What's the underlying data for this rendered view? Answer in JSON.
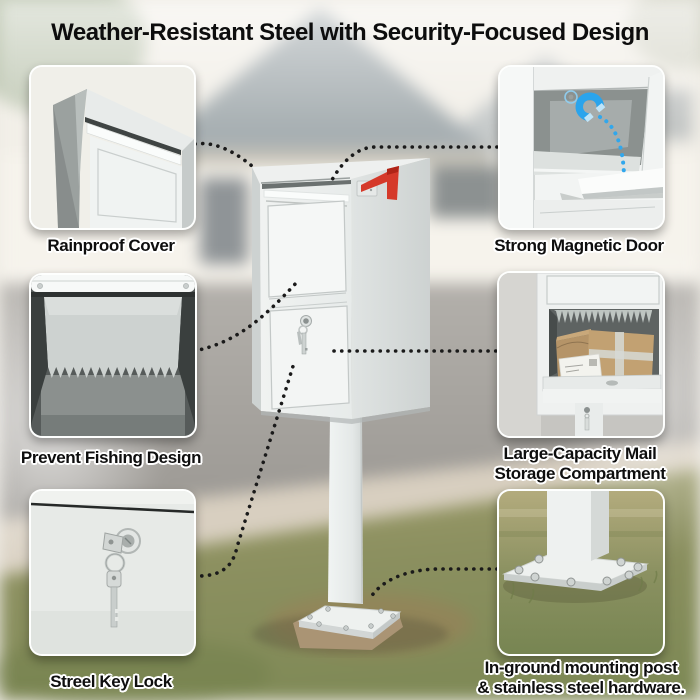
{
  "title": "Weather-Resistant Steel with Security-Focused Design",
  "features": [
    {
      "key": "rainproof-cover",
      "line1": "Rainproof Cover",
      "line2": ""
    },
    {
      "key": "strong-magnetic-door",
      "line1": "Strong Magnetic Door",
      "line2": ""
    },
    {
      "key": "prevent-fishing-design",
      "line1": "Prevent Fishing Design",
      "line2": ""
    },
    {
      "key": "large-capacity-storage",
      "line1": "Large-Capacity Mail",
      "line2": "Storage Compartment"
    },
    {
      "key": "steel-key-lock",
      "line1": "Streel Key Lock",
      "line2": ""
    },
    {
      "key": "in-ground-mounting",
      "line1": "In-ground mounting post",
      "line2": "& stainless steel hardware."
    }
  ],
  "icons": {
    "magnet": "magnet-icon",
    "flag": "mailbox-flag-icon",
    "key": "key-icon",
    "screws": "screw-icon",
    "teeth": "anti-fishing-teeth-icon"
  },
  "colors": {
    "title_text": "#0d0d0d",
    "label_text": "#0e0e0e",
    "label_outline": "#ffffff",
    "leader_dots": "#1a1a1a",
    "flag_red": "#d5392a",
    "magnet_blue": "#2aa4ec",
    "steel_light": "#f3f5f4",
    "steel_mid": "#d9dddc",
    "steel_dark": "#c3c8c7",
    "road_gray": "#a8a5a0",
    "grass_green": "#8c9060",
    "soil_brown": "#9b7f57"
  }
}
